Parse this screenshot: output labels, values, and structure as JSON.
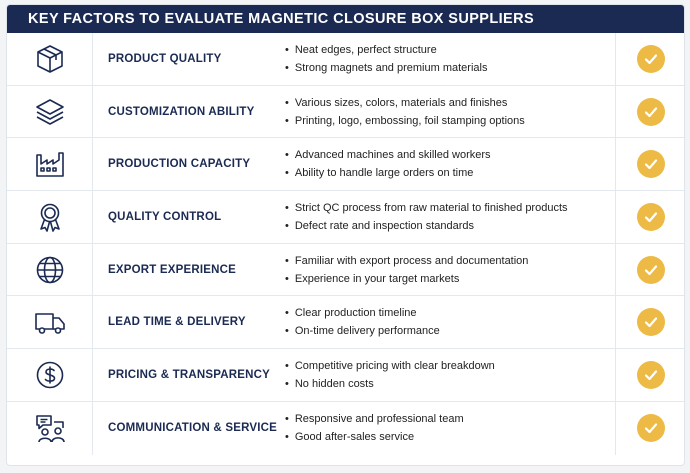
{
  "header": {
    "title": "KEY FACTORS TO EVALUATE MAGNETIC CLOSURE BOX SUPPLIERS"
  },
  "colors": {
    "navy": "#1b2a52",
    "gold": "#ecba45"
  },
  "rows": [
    {
      "icon": "box-icon",
      "title": "PRODUCT QUALITY",
      "bullets": [
        "Neat edges, perfect structure",
        "Strong magnets and premium materials"
      ],
      "checked": true
    },
    {
      "icon": "layers-icon",
      "title": "CUSTOMIZATION ABILITY",
      "bullets": [
        "Various sizes, colors, materials and finishes",
        "Printing, logo, embossing, foil stamping options"
      ],
      "checked": true
    },
    {
      "icon": "factory-icon",
      "title": "PRODUCTION CAPACITY",
      "bullets": [
        "Advanced machines and skilled workers",
        "Ability to handle large orders on time"
      ],
      "checked": true
    },
    {
      "icon": "award-ribbon-icon",
      "title": "QUALITY CONTROL",
      "bullets": [
        "Strict QC process from raw material to finished products",
        "Defect rate and inspection standards"
      ],
      "checked": true
    },
    {
      "icon": "globe-icon",
      "title": "EXPORT EXPERIENCE",
      "bullets": [
        "Familiar with export process and documentation",
        "Experience in your target markets"
      ],
      "checked": true
    },
    {
      "icon": "truck-icon",
      "title": "LEAD TIME & DELIVERY",
      "bullets": [
        "Clear production timeline",
        "On-time delivery performance"
      ],
      "checked": true
    },
    {
      "icon": "dollar-coin-icon",
      "title": "PRICING & TRANSPARENCY",
      "bullets": [
        "Competitive pricing with clear breakdown",
        "No hidden costs"
      ],
      "checked": true
    },
    {
      "icon": "customer-service-icon",
      "title": "COMMUNICATION & SERVICE",
      "bullets": [
        "Responsive and professional team",
        "Good after-sales service"
      ],
      "checked": true
    }
  ]
}
